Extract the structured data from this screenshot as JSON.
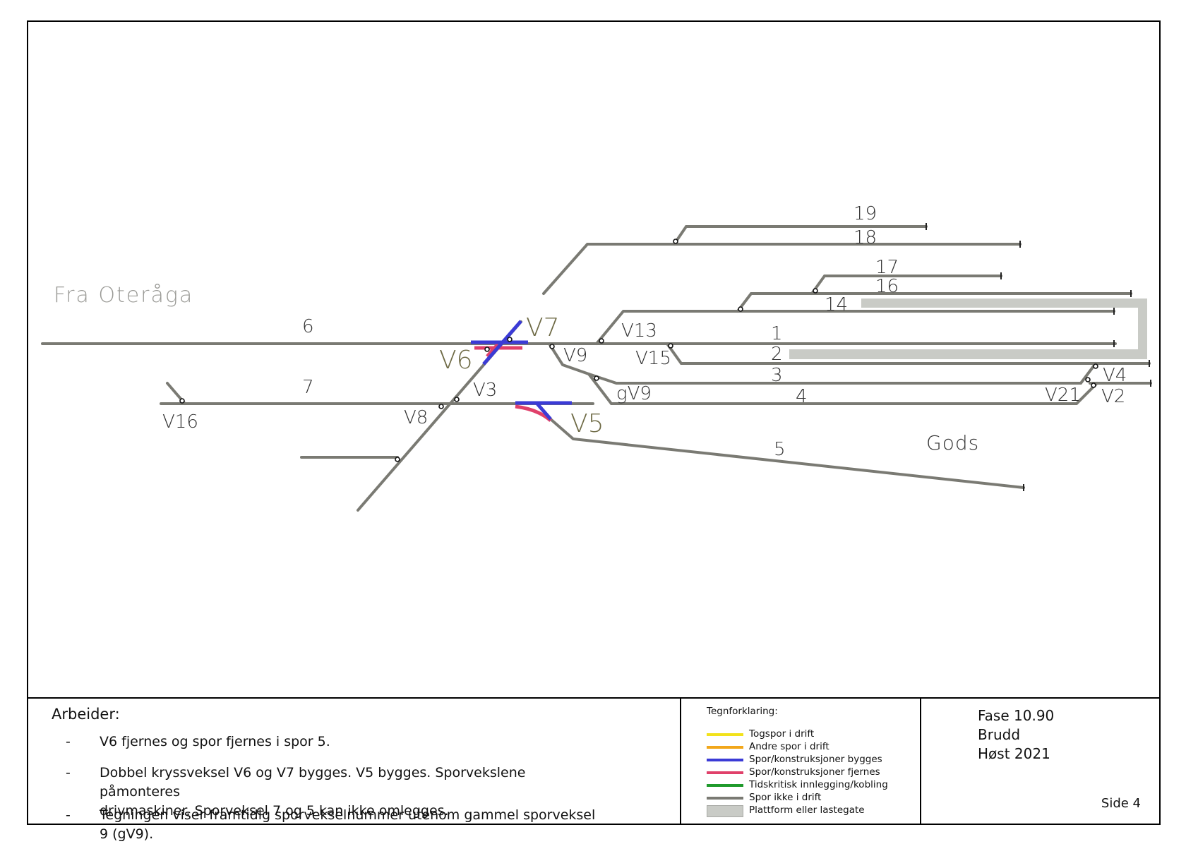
{
  "diagram": {
    "direction_label": "Fra Oteråga",
    "area_label": "Gods",
    "track_labels": {
      "t19": "19",
      "t18": "18",
      "t17": "17",
      "t16": "16",
      "t14": "14",
      "t6": "6",
      "t1": "1",
      "t2": "2",
      "t3": "3",
      "t7": "7",
      "t4": "4",
      "t5": "5"
    },
    "switch_labels": {
      "v7": "V7",
      "v6": "V6",
      "v9": "V9",
      "v13": "V13",
      "v15": "V15",
      "v3": "V3",
      "v8": "V8",
      "v16": "V16",
      "gv9": "gV9",
      "v5": "V5",
      "v4": "V4",
      "v21": "V21",
      "v2": "V2"
    },
    "colors": {
      "track_not_in_service": "#7a7a73",
      "build": "#3b3bd6",
      "remove": "#e0406a",
      "platform": "#c9cbc6",
      "direction_label": "#9a9a96",
      "highlight_label": "#6e6a45"
    }
  },
  "works": {
    "title": "Arbeider:",
    "items": [
      "V6 fjernes og spor fjernes i spor 5.",
      "Dobbel kryssveksel V6 og V7 bygges. V5 bygges. Sporvekslene påmonteres\ndrivmaskiner. Sporveksel 7 og 5 kan ikke omlegges.",
      "Tegningen viser framtidig sporvekselnummer utenom gammel sporveksel 9 (gV9)."
    ]
  },
  "legend": {
    "title": "Tegnforklaring:",
    "items": [
      {
        "label": "Togspor i drift",
        "color": "#f2e21b",
        "icon": "yellow-line-icon"
      },
      {
        "label": "Andre spor i drift",
        "color": "#f2a71b",
        "icon": "orange-line-icon"
      },
      {
        "label": "Spor/konstruksjoner bygges",
        "color": "#3b3bd6",
        "icon": "blue-line-icon"
      },
      {
        "label": "Spor/konstruksjoner fjernes",
        "color": "#e0406a",
        "icon": "red-line-icon"
      },
      {
        "label": "Tidskritisk innlegging/kobling",
        "color": "#1f9a2c",
        "icon": "green-line-icon"
      },
      {
        "label": "Spor ikke i drift",
        "color": "#7a7a73",
        "icon": "grey-line-icon"
      },
      {
        "label": "Plattform eller lastegate",
        "color": "#c9cbc6",
        "icon": "platform-swatch-icon"
      }
    ]
  },
  "info": {
    "phase": "Fase 10.90",
    "site": "Brudd",
    "season": "Høst 2021",
    "page": "Side 4"
  }
}
